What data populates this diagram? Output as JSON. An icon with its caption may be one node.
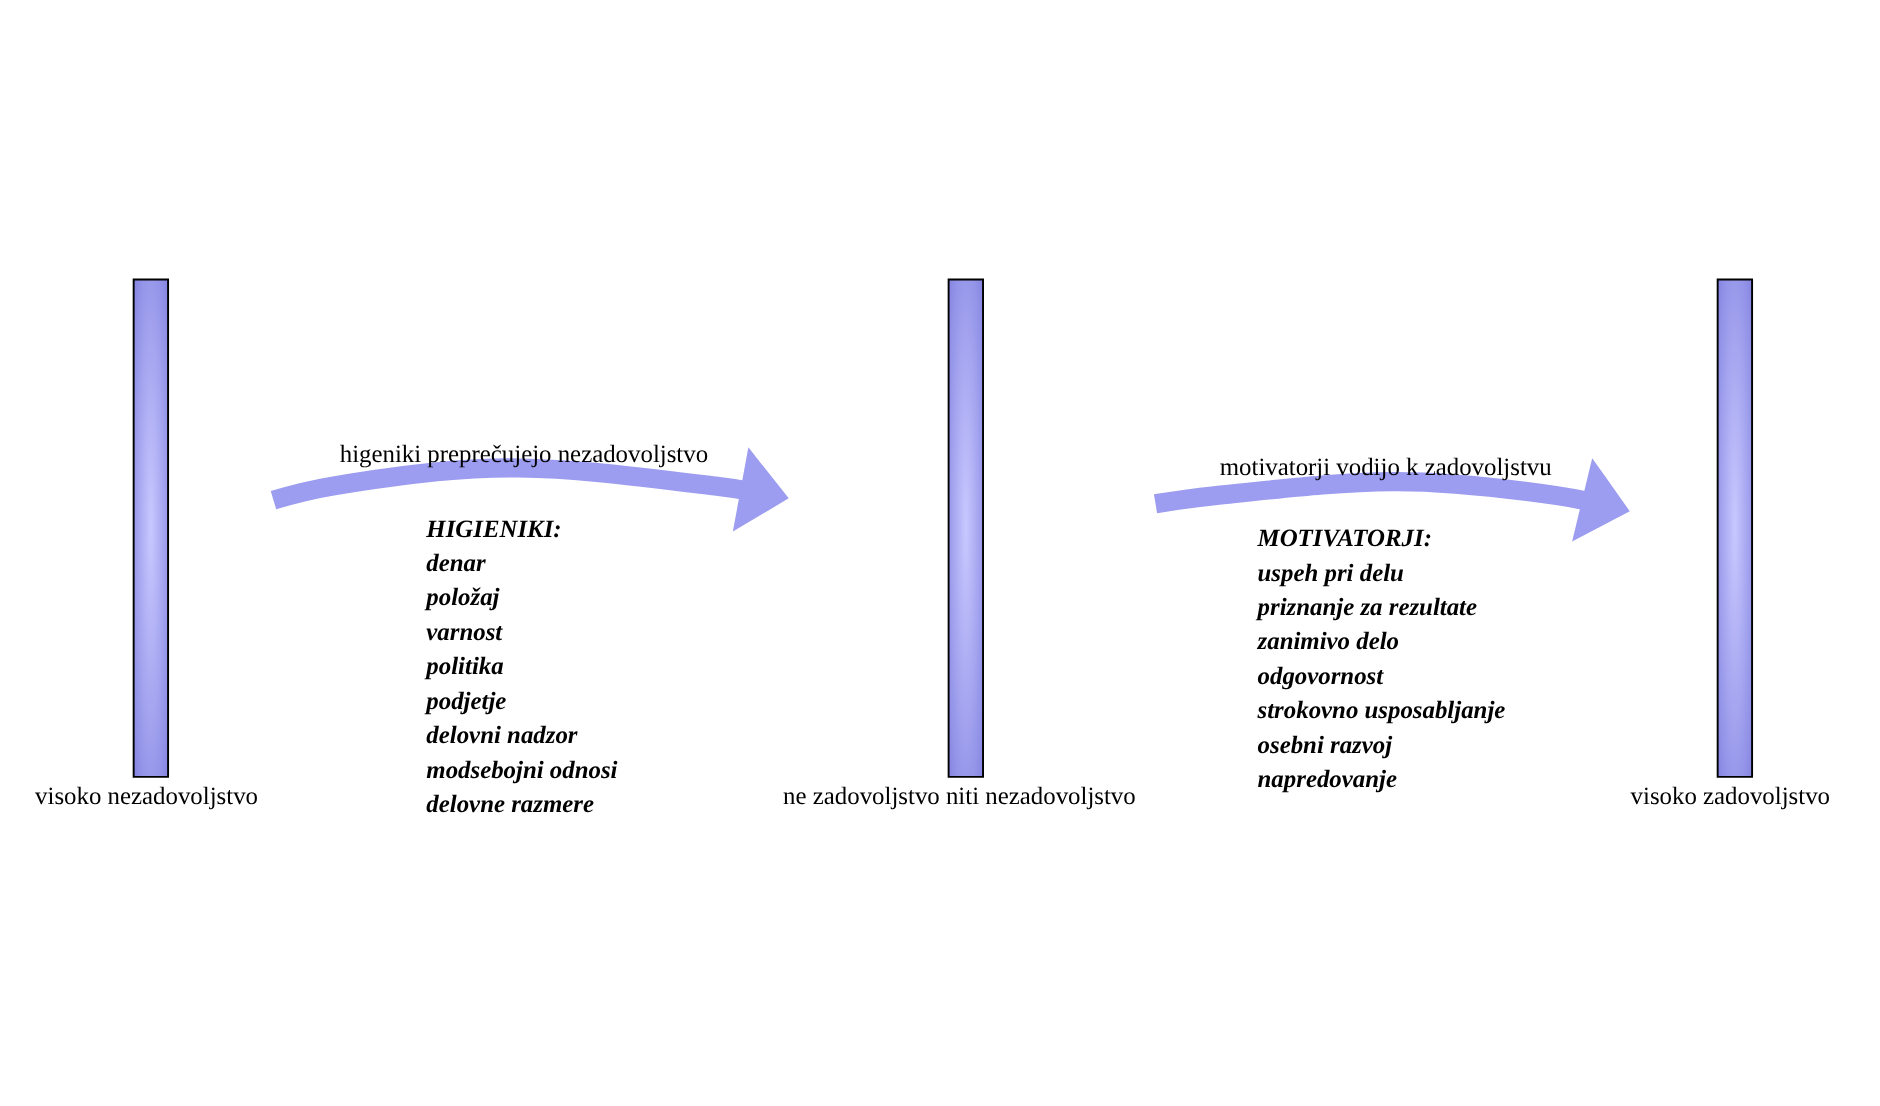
{
  "diagram": {
    "nodes": [
      {
        "text": [],
        "shape": "bar",
        "beside": [
          "visoko nezadovoljstvo"
        ]
      },
      {
        "text": [],
        "shape": "bar",
        "beside": [
          "ne zadovoljstvo niti nezadovoljstvo"
        ]
      },
      {
        "text": [],
        "shape": "bar",
        "beside": [
          "visoko zadovoljstvo"
        ]
      }
    ],
    "edges": [
      {
        "from": 0,
        "to": 1,
        "arrow": "to",
        "label": "higeniki preprečujejo nezadovoljstvo"
      },
      {
        "from": 1,
        "to": 2,
        "arrow": "to",
        "label": "motivatorji vodijo k zadovoljstvu"
      }
    ],
    "labels": [
      "HIGIENIKI:",
      "denar",
      "položaj",
      "varnost",
      "politika",
      "podjetje",
      "delovni nadzor",
      "modsebojni odnosi",
      "delovne razmere",
      "MOTIVATORJI:",
      "uspeh pri delu",
      "priznanje za rezultate",
      "zanimivo delo",
      "odgovornost",
      "strokovno usposabljanje",
      "osebni razvoj",
      "napredovanje"
    ]
  }
}
